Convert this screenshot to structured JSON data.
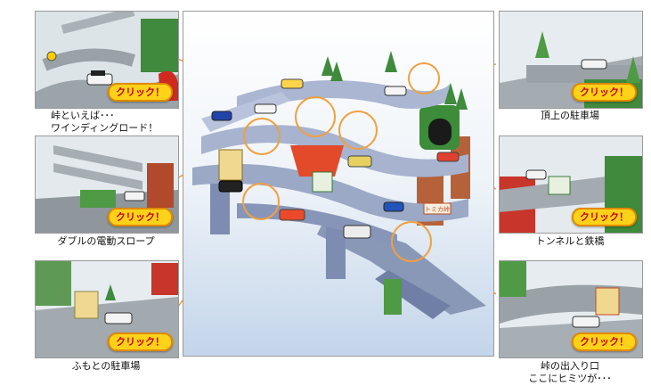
{
  "accent_color": "#f0a040",
  "thumbnails": [
    {
      "id": "winding_road",
      "caption": "峠といえば･･･\nワインディングロード！",
      "button": "クリック！"
    },
    {
      "id": "double_slope",
      "caption": "ダブルの電動スロープ",
      "button": "クリック！"
    },
    {
      "id": "foot_parking",
      "caption": "ふもとの駐車場",
      "button": "クリック！"
    },
    {
      "id": "summit_parking",
      "caption": "頂上の駐車場",
      "button": "クリック！"
    },
    {
      "id": "tunnel_bridge",
      "caption": "トンネルと鉄橋",
      "button": "クリック！"
    },
    {
      "id": "pass_entrance",
      "caption": "峠の出入り口\nここにヒミツが･･･",
      "button": "クリック！"
    }
  ],
  "main_image": {
    "sign_text": "トミカ峠"
  }
}
